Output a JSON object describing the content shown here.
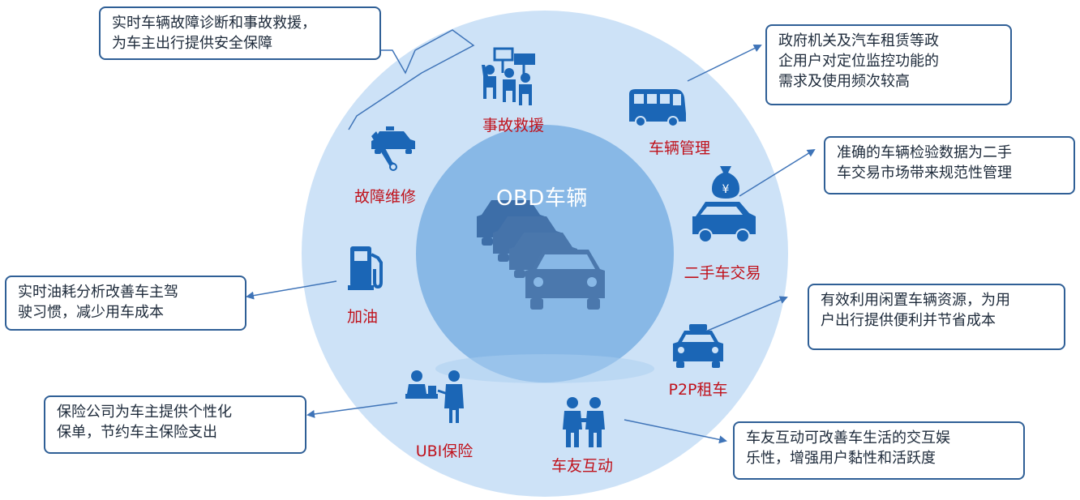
{
  "center": {
    "title": "OBD车辆"
  },
  "labels": {
    "accident": "事故救援",
    "repair": "故障维修",
    "manage": "车辆管理",
    "used": "二手车交易",
    "fuel": "加油",
    "p2p": "P2P租车",
    "ubi": "UBI保险",
    "social": "车友互动"
  },
  "callouts": {
    "accident": [
      "实时车辆故障诊断和事故救援，",
      "为车主出行提供安全保障"
    ],
    "manage": [
      "政府机关及汽车租赁等政",
      "企用户对定位监控功能的",
      "需求及使用频次较高"
    ],
    "used": [
      "准确的车辆检验数据为二手",
      "车交易市场带来规范性管理"
    ],
    "fuel": [
      "实时油耗分析改善车主驾",
      "驶习惯，减少用车成本"
    ],
    "p2p": [
      "有效利用闲置车辆资源，为用",
      "户出行提供便利并节省成本"
    ],
    "ubi": [
      "保险公司为车主提供个性化",
      "保单，节约车主保险支出"
    ],
    "social": [
      "车友互动可改善车生活的交互娱",
      "乐性，增强用户黏性和活跃度"
    ]
  },
  "colors": {
    "outer_circle": "#cde2f7",
    "inner_circle": "#88b8e6",
    "icon": "#1b66b6",
    "label": "#c0121c",
    "callout_border": "#2f5f96",
    "arrow": "#3f74b8"
  },
  "icons": {
    "accident": "protest-crowd-icon",
    "repair": "wrench-taxi-icon",
    "manage": "bus-icon",
    "used": "money-bag-car-icon",
    "fuel": "fuel-pump-icon",
    "p2p": "taxi-icon",
    "ubi": "counter-service-icon",
    "social": "handshake-people-icon",
    "center": "car-fleet-icon"
  }
}
